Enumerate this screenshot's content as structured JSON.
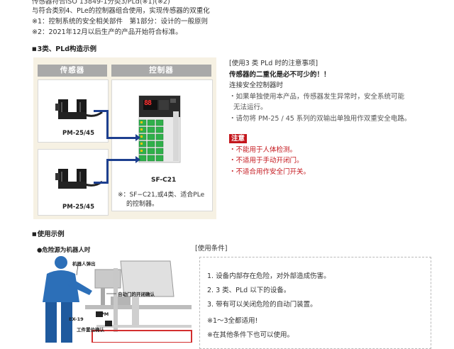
{
  "intro": {
    "line1": "与符合类别4、PLe的控制器组合使用，实现传感器的双重化",
    "line2": "※1：控制系统的安全相关部件　第1部分：设计的一般原则",
    "line3": "※2：2021年12月以后生产的产品开始符合标准。"
  },
  "section1_title": "3类、PLd构造示例",
  "diagram": {
    "sensor_header": "传感器",
    "controller_header": "控制器",
    "sensor_model_1": "PM-25/45",
    "sensor_model_2": "PM-25/45",
    "controller_display": "88",
    "controller_model": "SF-C21",
    "controller_note_1": "※：SF−C21,或4类、适合PLe",
    "controller_note_2": "的控制器。"
  },
  "notes": {
    "heading": "[使用3 类 PLd 时的注意事项]",
    "bold": "传感器的二重化是必不可少的！！",
    "sub": "连接安全控制器时",
    "item1a": "・如果单独使用本产品，传感器发生异常时，安全系统可能",
    "item1b": "无法运行。",
    "item2": "・请勿将 PM-25 / 45 系列的双输出单独用作双重安全电路。",
    "caution_label": "注意",
    "caution_items": [
      "不能用于人体检测。",
      "不适用于手动开闭门。",
      "不适合用作安全门开关。"
    ]
  },
  "section2_title": "使用示例",
  "example": {
    "danger_label": "●危险源为机器人时",
    "robot_label": "机器人弹出",
    "door_label": "自动门的开闭确认",
    "pm_label": "PM",
    "ex_label": "EX-19",
    "workpiece_label": "工件置位确认"
  },
  "conditions": {
    "heading": "[使用条件]",
    "items": [
      "1. 设备内部存在危险，对外部造成伤害。",
      "2. 3 类、PLd 以下的设备。",
      "3. 带有可以关闭危险的自动门装置。"
    ],
    "note1": "※1～3全都适用!",
    "note2": "※在其他条件下也可以使用。"
  },
  "colors": {
    "accent_blue": "#1d3f8f",
    "caution_red": "#c4161c",
    "panel_bg": "#f6f1e3",
    "header_gray": "#a9a9a9"
  }
}
